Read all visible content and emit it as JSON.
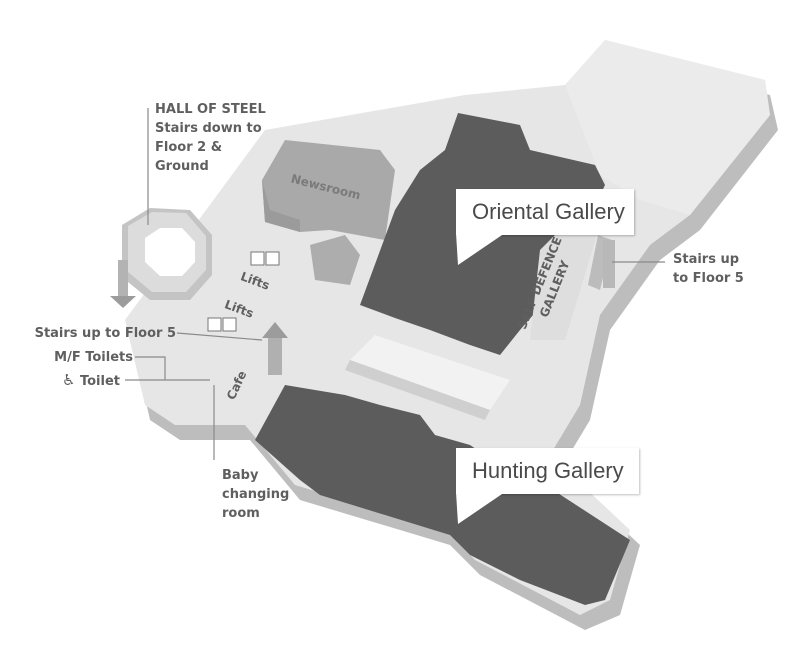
{
  "labels": {
    "hall_of_steel": [
      "HALL OF STEEL",
      "Stairs down to",
      "Floor 2 &",
      "Ground"
    ],
    "newsroom": "Newsroom",
    "lifts_upper": "Lifts",
    "lifts_lower": "Lifts",
    "stairs_up_left": "Stairs up to Floor 5",
    "mf_toilets": "M/F Toilets",
    "toilet": "Toilet",
    "cafe": "Cafe",
    "baby_changing": [
      "Baby",
      "changing",
      "room"
    ],
    "self_defence": [
      "SELF DEFENCE",
      "GALLERY"
    ],
    "stairs_up_right": [
      "Stairs up",
      "to Floor 5"
    ]
  },
  "callouts": {
    "oriental": "Oriental Gallery",
    "hunting": "Hunting Gallery"
  },
  "icons": {
    "accessible": "wheelchair-icon",
    "lift": "lift-icon"
  },
  "colors": {
    "floor": "#e4e4e4",
    "wall": "#c9c9c9",
    "gallery": "#5c5c5c",
    "room": "#a7a7a7",
    "text": "#5f5f5f"
  }
}
